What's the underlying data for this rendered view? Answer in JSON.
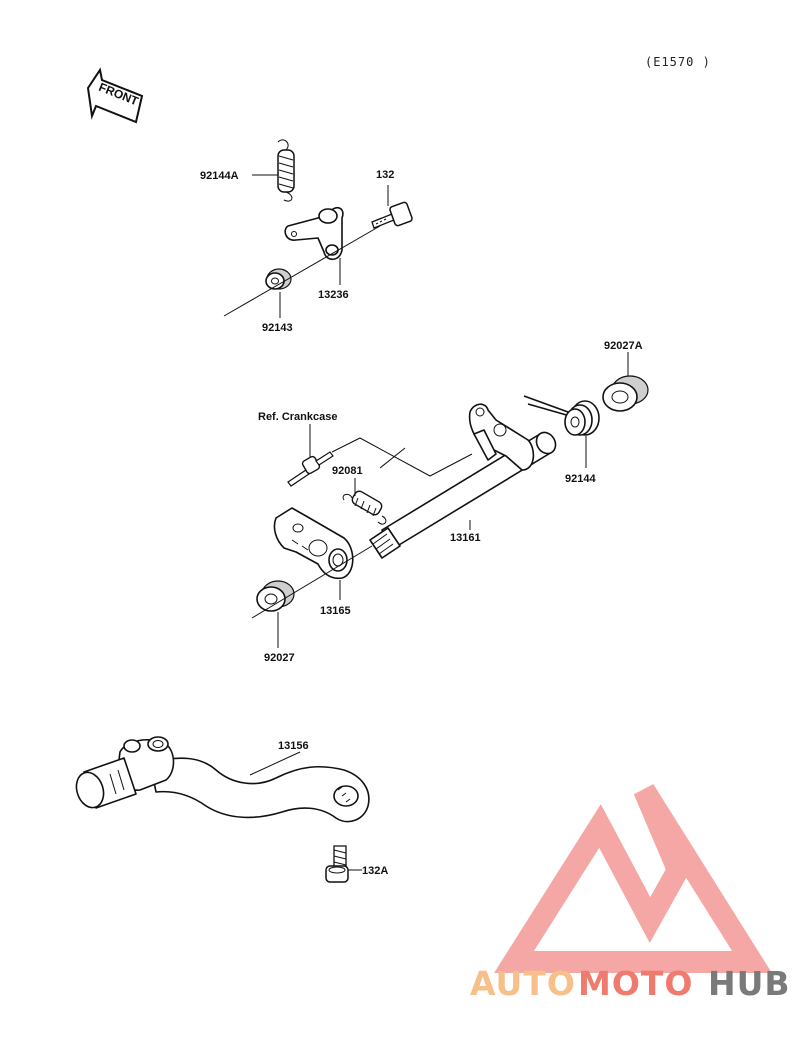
{
  "diagram_code": "(E1570 )",
  "front_arrow_label": "FRONT",
  "parts": {
    "spring_top": "92144A",
    "bolt_top": "132",
    "lever": "13236",
    "washer_top": "92143",
    "bushing_right": "92027A",
    "ref_crankcase": "Ref. Crankcase",
    "spring_small": "92081",
    "spring_right": "92144",
    "shaft": "13161",
    "plate": "13165",
    "bushing_left": "92027",
    "pedal": "13156",
    "bolt_pedal": "132A"
  },
  "watermark": {
    "brand_part1": "AUTO",
    "brand_part2": "MOTO",
    "brand_part3": "HUB",
    "color_light": "#f7c08a",
    "color_mid": "#f07a6e",
    "color_dark": "#7a7a7a",
    "logo_color": "#f08a86"
  }
}
